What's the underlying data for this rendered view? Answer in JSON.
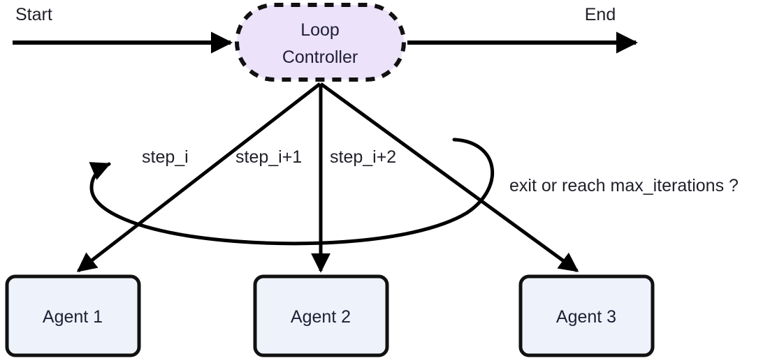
{
  "diagram": {
    "title": "Loop Controller agent orchestration flow",
    "type": "flowchart",
    "background_color": "#ffffff",
    "stroke_color": "#000000",
    "text_color": "#1f1f28"
  },
  "endpoints": {
    "start_label": "Start",
    "end_label": "End"
  },
  "controller": {
    "line1": "Loop",
    "line2": "Controller",
    "fill_color": "#ece2fa",
    "border_color": "#111111",
    "border_style": "dashed"
  },
  "edge_labels": {
    "step_1": "step_i",
    "step_2": "step_i+1",
    "step_3": "step_i+2",
    "loopback": "exit or reach max_iterations ?"
  },
  "agents": [
    {
      "label": "Agent 1",
      "fill_color": "#eef2fb",
      "border_color": "#111111"
    },
    {
      "label": "Agent 2",
      "fill_color": "#eef2fb",
      "border_color": "#111111"
    },
    {
      "label": "Agent 3",
      "fill_color": "#eef2fb",
      "border_color": "#111111"
    }
  ]
}
